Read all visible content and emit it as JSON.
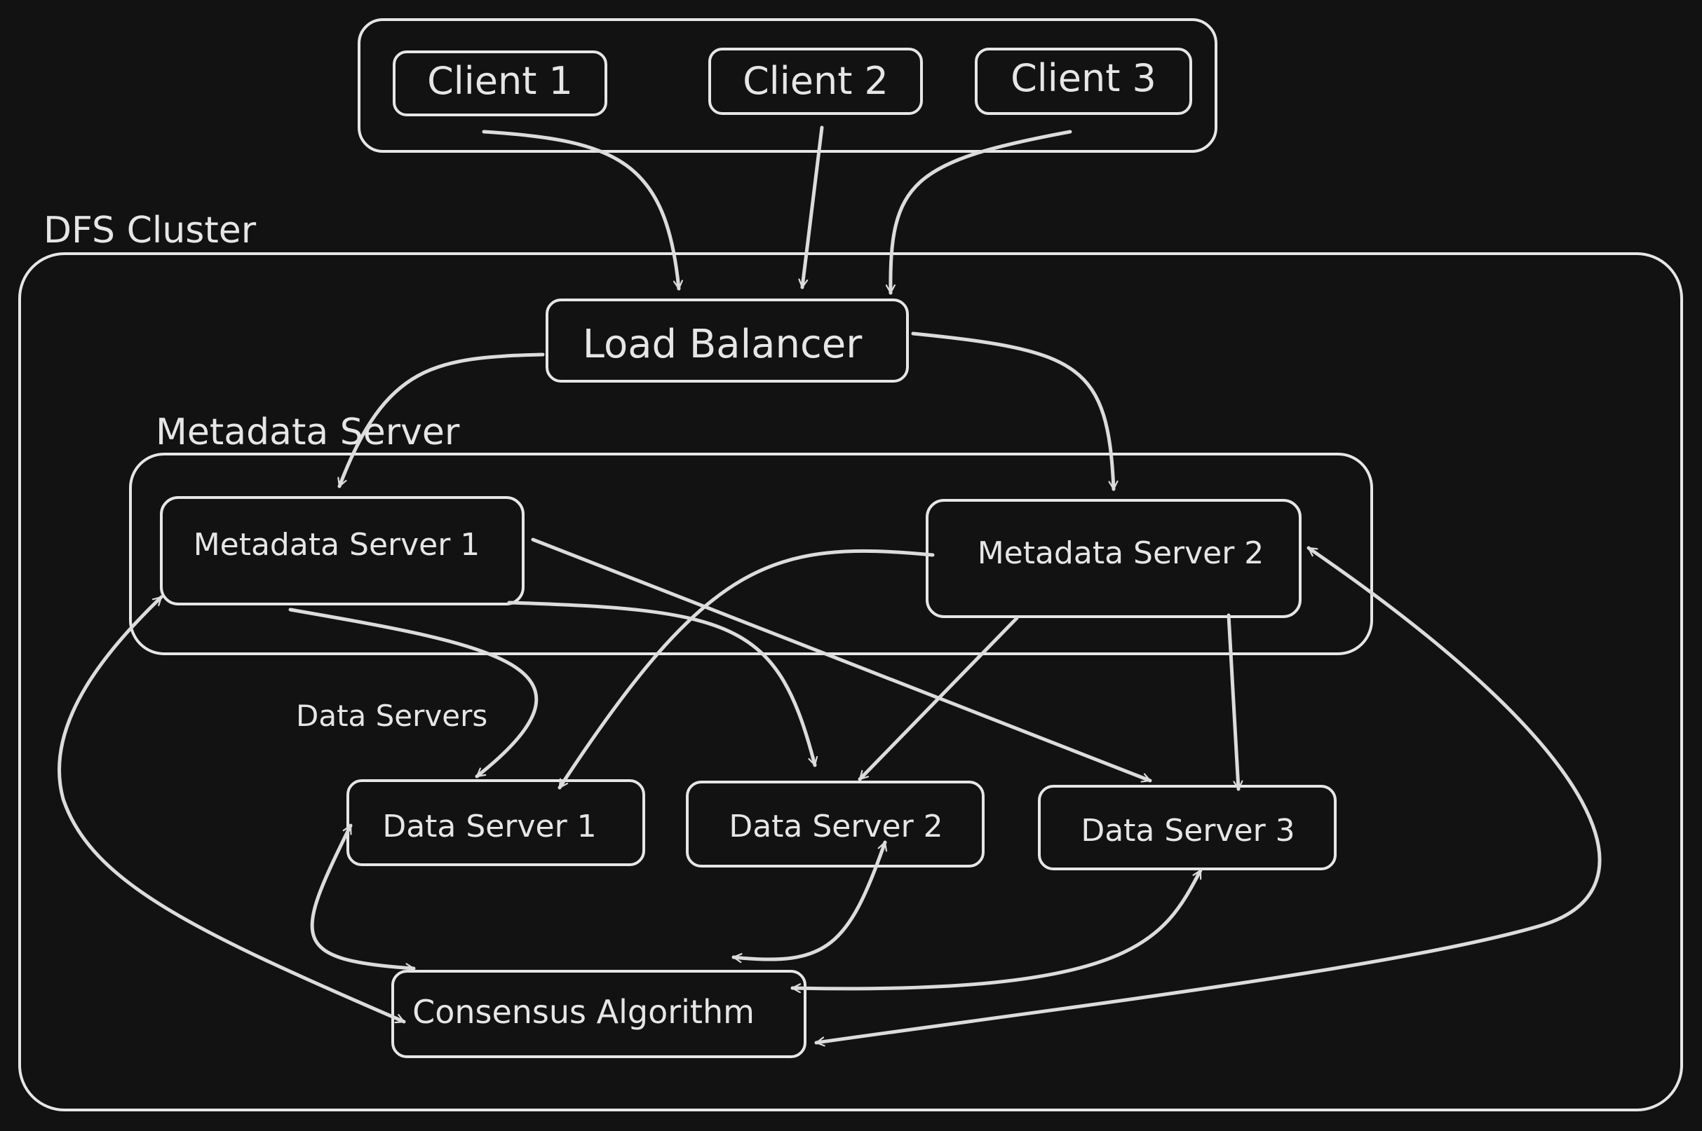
{
  "groups": {
    "clients": {},
    "cluster": {
      "label": "DFS Cluster"
    },
    "metadata": {
      "label": "Metadata Server"
    },
    "data": {
      "label": "Data Servers"
    }
  },
  "nodes": {
    "client1": {
      "label": "Client 1"
    },
    "client2": {
      "label": "Client 2"
    },
    "client3": {
      "label": "Client 3"
    },
    "lb": {
      "label": "Load Balancer"
    },
    "ms1": {
      "label": "Metadata Server 1"
    },
    "ms2": {
      "label": "Metadata Server 2"
    },
    "ds1": {
      "label": "Data Server 1"
    },
    "ds2": {
      "label": "Data Server 2"
    },
    "ds3": {
      "label": "Data Server 3"
    },
    "consensus": {
      "label": "Consensus Algorithm"
    }
  },
  "edges": [
    {
      "from": "client1",
      "to": "lb"
    },
    {
      "from": "client2",
      "to": "lb"
    },
    {
      "from": "client3",
      "to": "lb"
    },
    {
      "from": "lb",
      "to": "ms1"
    },
    {
      "from": "lb",
      "to": "ms2"
    },
    {
      "from": "ms1",
      "to": "ds1"
    },
    {
      "from": "ms1",
      "to": "ds2"
    },
    {
      "from": "ms1",
      "to": "ds3"
    },
    {
      "from": "ms2",
      "to": "ds1"
    },
    {
      "from": "ms2",
      "to": "ds2"
    },
    {
      "from": "ms2",
      "to": "ds3"
    },
    {
      "from": "consensus",
      "to": "ds1",
      "bidirectional": true
    },
    {
      "from": "consensus",
      "to": "ds2",
      "bidirectional": true
    },
    {
      "from": "consensus",
      "to": "ds3",
      "bidirectional": true
    },
    {
      "from": "consensus",
      "to": "ms1",
      "bidirectional": true
    },
    {
      "from": "consensus",
      "to": "ms2",
      "bidirectional": true
    }
  ]
}
